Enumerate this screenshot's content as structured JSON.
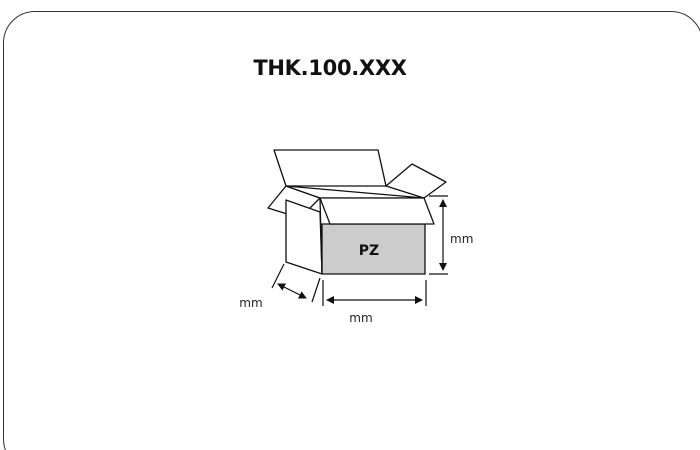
{
  "label": {
    "code": "THK.100.XXX"
  },
  "box": {
    "face_text": "PZ",
    "face_color": "#cccccc"
  },
  "dimensions": {
    "depth_unit": "mm",
    "width_unit": "mm",
    "height_unit": "mm"
  }
}
